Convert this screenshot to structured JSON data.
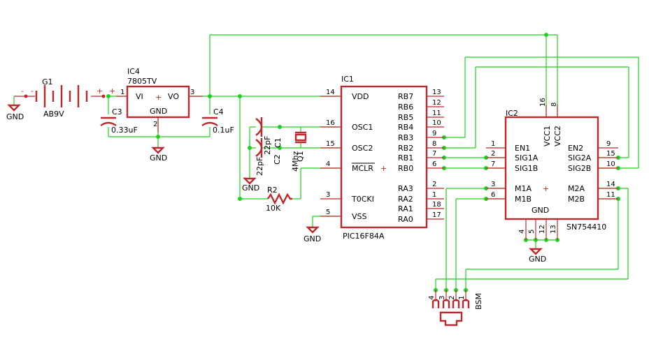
{
  "battery": {
    "ref": "G1",
    "value": "AB9V",
    "minus": "-",
    "plus": "+",
    "minus2": "-",
    "plus2": "+"
  },
  "gnd": {
    "label": "GND"
  },
  "ic4": {
    "ref": "IC4",
    "value": "7805TV",
    "vi": "VI",
    "vo": "VO",
    "gnd": "GND",
    "pin1": "1",
    "pin2": "2",
    "pin3": "3"
  },
  "c3": {
    "ref": "C3",
    "value": "0.33uF"
  },
  "c4": {
    "ref": "C4",
    "value": "0.1uF"
  },
  "c1": {
    "ref": "C1",
    "value": "22pF"
  },
  "c2": {
    "ref": "C2",
    "value": "22pF"
  },
  "q1": {
    "ref": "Q1",
    "value": "4Mhz"
  },
  "r2": {
    "ref": "R2",
    "value": "10K"
  },
  "ic1": {
    "ref": "IC1",
    "value": "PIC16F84A",
    "left_pins": [
      {
        "name": "VDD",
        "num": "14"
      },
      {
        "name": "OSC1",
        "num": "16"
      },
      {
        "name": "OSC2",
        "num": "15"
      },
      {
        "name": "MCLR",
        "num": "4"
      },
      {
        "name": "T0CKI",
        "num": "3"
      },
      {
        "name": "VSS",
        "num": "5"
      }
    ],
    "right_pins": [
      {
        "name": "RB7",
        "num": "13"
      },
      {
        "name": "RB6",
        "num": "12"
      },
      {
        "name": "RB5",
        "num": "11"
      },
      {
        "name": "RB4",
        "num": "10"
      },
      {
        "name": "RB3",
        "num": "9"
      },
      {
        "name": "RB2",
        "num": "8"
      },
      {
        "name": "RB1",
        "num": "7"
      },
      {
        "name": "RB0",
        "num": "6"
      },
      {
        "name": "RA3",
        "num": "2"
      },
      {
        "name": "RA2",
        "num": "1"
      },
      {
        "name": "RA1",
        "num": "18"
      },
      {
        "name": "RA0",
        "num": "17"
      }
    ]
  },
  "ic2": {
    "ref": "IC2",
    "value": "SN754410",
    "left_pins": [
      {
        "name": "EN1",
        "num": "1"
      },
      {
        "name": "SIG1A",
        "num": "2"
      },
      {
        "name": "SIG1B",
        "num": "7"
      },
      {
        "name": "M1A",
        "num": "3"
      },
      {
        "name": "M1B",
        "num": "6"
      }
    ],
    "right_pins": [
      {
        "name": "EN2",
        "num": "9"
      },
      {
        "name": "SIG2A",
        "num": "15"
      },
      {
        "name": "SIG2B",
        "num": "10"
      },
      {
        "name": "M2A",
        "num": "14"
      },
      {
        "name": "M2B",
        "num": "11"
      }
    ],
    "vcc1": "VCC1",
    "vcc2": "VCC2",
    "vcc1_num": "16",
    "vcc2_num": "8",
    "gnd": "GND",
    "gnd_pins": [
      "4",
      "5",
      "12",
      "13"
    ]
  },
  "bsm": {
    "ref": "BSM",
    "pins": [
      "4",
      "3",
      "2",
      "1"
    ]
  },
  "plus_sign": "+"
}
